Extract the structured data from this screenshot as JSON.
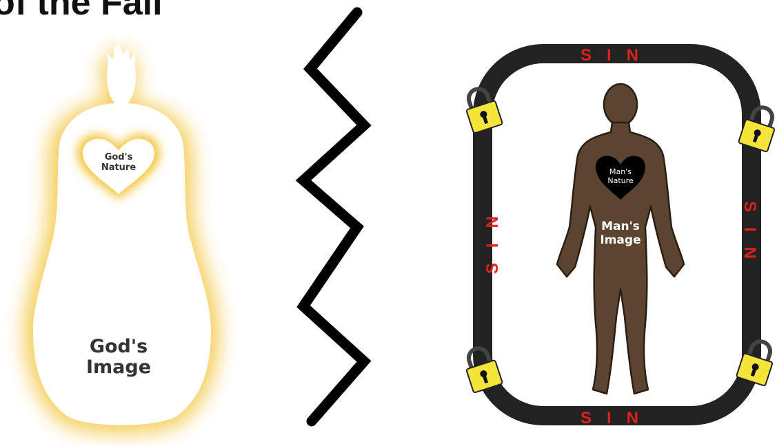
{
  "title": "of the Fall",
  "god": {
    "heart_line1": "God's",
    "heart_line2": "Nature",
    "image_line1": "God's",
    "image_line2": "Image",
    "glow_color": "#f3c53a"
  },
  "man": {
    "heart_line1": "Man's",
    "heart_line2": "Nature",
    "image_line1": "Man's",
    "image_line2": "Image",
    "body_color": "#5c4530"
  },
  "frame": {
    "label": "SIN",
    "label_color": "#e0201c",
    "lock_color": "#f5e53a"
  },
  "divider": {
    "icon": "lightning-zigzag-icon"
  }
}
